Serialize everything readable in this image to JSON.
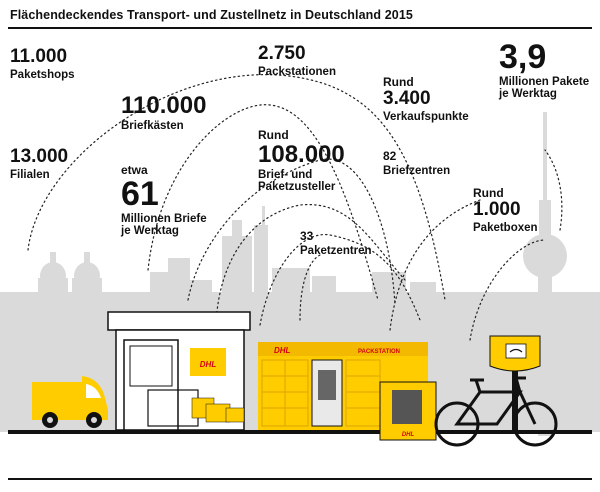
{
  "title": "Flächendeckendes Transport- und Zustellnetz in Deutschland 2015",
  "items": [
    {
      "prefix": "",
      "value": "11.000",
      "label": "Paketshops"
    },
    {
      "prefix": "",
      "value": "13.000",
      "label": "Filialen"
    },
    {
      "prefix": "",
      "value": "110.000",
      "label": "Briefkästen"
    },
    {
      "prefix": "etwa",
      "value": "61",
      "label": "Millionen Briefe",
      "label2": "je Werktag"
    },
    {
      "prefix": "",
      "value": "2.750",
      "label": "Packstationen"
    },
    {
      "prefix": "Rund",
      "value": "108.000",
      "label": "Brief- und",
      "label2": "Paketzusteller"
    },
    {
      "prefix": "",
      "value": "33",
      "label": "Paketzentren"
    },
    {
      "prefix": "Rund",
      "value": "3.400",
      "label": "Verkaufspunkte"
    },
    {
      "prefix": "",
      "value": "82",
      "label": "Briefzentren"
    },
    {
      "prefix": "",
      "value": "3,9",
      "label": "Millionen Pakete",
      "label2": "je Werktag"
    },
    {
      "prefix": "Rund",
      "value": "1.000",
      "label": "Paketboxen"
    }
  ],
  "brand": {
    "dhl": "DHL",
    "packstation": "PACKSTATION",
    "colors": {
      "yellow": "#FFCC00",
      "red": "#D40511",
      "skyline": "#DADADA",
      "ink": "#111111"
    }
  }
}
